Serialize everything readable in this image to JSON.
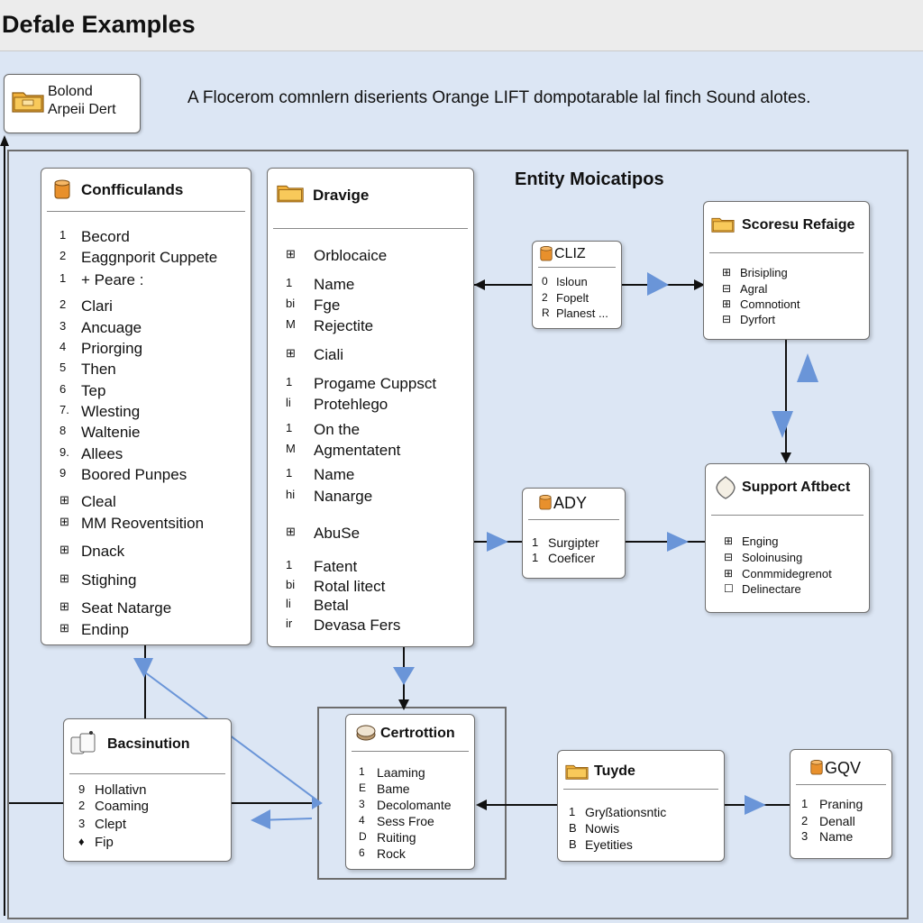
{
  "window": {
    "title": "Defale Examples"
  },
  "legend": {
    "line1": "Bolond",
    "line2": "Arpeii Dert",
    "icon": "folder-icon"
  },
  "description": "A Flocerom comnlern diserients  Orange LIFT dompotarable lal finch Sound alotes.",
  "entity_heading": "Entity Moicatipos",
  "colors": {
    "background": "#dce6f4",
    "arrow_blue": "#6a95d8",
    "border": "#6f6f6f",
    "header_bar": "#ececec"
  },
  "entities": {
    "conflicts": {
      "title": "Confficulands",
      "icon": "cylinder-icon",
      "rows": [
        {
          "k": "1",
          "v": "Becord"
        },
        {
          "k": "2",
          "v": "Eaggnporit Cuppete"
        },
        {
          "k": "1",
          "v": "+ Peare :"
        },
        {
          "k": "2",
          "v": "Clari"
        },
        {
          "k": "3",
          "v": "Ancuage"
        },
        {
          "k": "4",
          "v": "Priorging"
        },
        {
          "k": "5",
          "v": "Then"
        },
        {
          "k": "6",
          "v": "Tep"
        },
        {
          "k": "7.",
          "v": "Wlesting"
        },
        {
          "k": "8",
          "v": "Waltenie"
        },
        {
          "k": "9.",
          "v": "Allees"
        },
        {
          "k": "9",
          "v": "Boored Punpes"
        },
        {
          "k": "⊞",
          "v": "Cleal"
        },
        {
          "k": "⊞",
          "v": "MM Reoventsition"
        },
        {
          "k": "⊞",
          "v": "Dnack"
        },
        {
          "k": "⊞",
          "v": "Stighing"
        },
        {
          "k": "⊞",
          "v": "Seat Natarge"
        },
        {
          "k": "⊞",
          "v": "Endinp"
        }
      ]
    },
    "dravige": {
      "title": "Dravige",
      "icon": "folder-icon",
      "rows": [
        {
          "k": "⊞",
          "v": "Orblocaice"
        },
        {
          "k": "1",
          "v": "Name"
        },
        {
          "k": "bi",
          "v": "Fge"
        },
        {
          "k": "M",
          "v": "Rejectite"
        },
        {
          "k": "⊞",
          "v": "Ciali"
        },
        {
          "k": "1",
          "v": "Progame Cuppsct"
        },
        {
          "k": "li",
          "v": "Protehlego"
        },
        {
          "k": "1",
          "v": "On the"
        },
        {
          "k": "M",
          "v": "Agmentatent"
        },
        {
          "k": "1",
          "v": "Name"
        },
        {
          "k": "hi",
          "v": "Nanarge"
        },
        {
          "k": "⊞",
          "v": "AbuSe"
        },
        {
          "k": "1",
          "v": "Fatent"
        },
        {
          "k": "bi",
          "v": "Rotal litect"
        },
        {
          "k": "li",
          "v": "Betal"
        },
        {
          "k": "ir",
          "v": "Devasa Fers"
        }
      ]
    },
    "cliz": {
      "title": "CLIZ",
      "icon": "cylinder-icon",
      "rows": [
        {
          "k": "0",
          "v": "Isloun"
        },
        {
          "k": "2",
          "v": "Fopelt"
        },
        {
          "k": "R",
          "v": "Planest ..."
        }
      ]
    },
    "scoresu": {
      "title": "Scoresu Refaige",
      "icon": "folder-icon",
      "rows": [
        {
          "k": "⊞",
          "v": "Brisipling"
        },
        {
          "k": "⊟",
          "v": "Agral"
        },
        {
          "k": "⊞",
          "v": "Comnotiont"
        },
        {
          "k": "⊟",
          "v": "Dyrfort"
        }
      ]
    },
    "ady": {
      "title": "ADY",
      "icon": "cylinder-icon",
      "rows": [
        {
          "k": "1",
          "v": "Surgipter"
        },
        {
          "k": "1",
          "v": "Coeficer"
        }
      ]
    },
    "support": {
      "title": "Support Aftbect",
      "icon": "shield-icon",
      "rows": [
        {
          "k": "⊞",
          "v": "Enging"
        },
        {
          "k": "⊟",
          "v": "Soloinusing"
        },
        {
          "k": "⊞",
          "v": "Conmmidegrenot"
        },
        {
          "k": "☐",
          "v": "Delinectare"
        }
      ]
    },
    "bacsinution": {
      "title": "Bacsinution",
      "icon": "scroll-icon",
      "rows": [
        {
          "k": "9",
          "v": "Hollativn"
        },
        {
          "k": "2",
          "v": "Coaming"
        },
        {
          "k": "3",
          "v": "Clept"
        },
        {
          "k": "♦",
          "v": "Fip"
        }
      ]
    },
    "certrottion": {
      "title": "Certrottion",
      "icon": "disk-icon",
      "rows": [
        {
          "k": "1",
          "v": "Laaming"
        },
        {
          "k": "E",
          "v": "Bame"
        },
        {
          "k": "3",
          "v": "Decolomante"
        },
        {
          "k": "4",
          "v": "Sess Froe"
        },
        {
          "k": "D",
          "v": "Ruiting"
        },
        {
          "k": "6",
          "v": "Rock"
        }
      ]
    },
    "tuyde": {
      "title": "Tuyde",
      "icon": "folder-icon",
      "rows": [
        {
          "k": "1",
          "v": "Gryßationsntic"
        },
        {
          "k": "B",
          "v": "Nowis"
        },
        {
          "k": "B",
          "v": "Eyetities"
        }
      ]
    },
    "gqv": {
      "title": "GQV",
      "icon": "cylinder-icon",
      "rows": [
        {
          "k": "1",
          "v": "Praning"
        },
        {
          "k": "2",
          "v": "Denall"
        },
        {
          "k": "3",
          "v": "Name"
        }
      ]
    }
  }
}
